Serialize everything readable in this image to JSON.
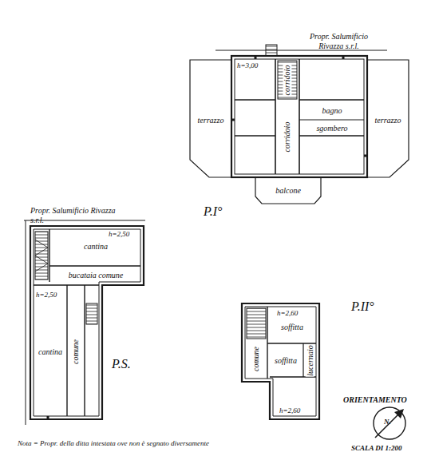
{
  "diagram": {
    "nodes": [
      {
        "text": [
          "terrazzo"
        ]
      },
      {
        "text": [
          "corridoio"
        ]
      },
      {
        "text": [
          "bagno"
        ]
      },
      {
        "text": [
          "sgombero"
        ]
      },
      {
        "text": [
          "corridoio"
        ]
      },
      {
        "text": [
          "terrazzo"
        ]
      },
      {
        "text": [
          "balcone"
        ]
      },
      {
        "text": [
          "cantina"
        ]
      },
      {
        "text": [
          "bucataia comune"
        ]
      },
      {
        "text": [
          "cantina"
        ]
      },
      {
        "text": [
          "comune"
        ]
      },
      {
        "text": [
          "soffitta"
        ]
      },
      {
        "text": [
          "comune"
        ]
      },
      {
        "text": [
          "soffitta"
        ]
      },
      {
        "text": [
          "lucernaio"
        ]
      }
    ],
    "labels": [
      "Propr. Salumificio Rivazza s.r.l.",
      "h=3,00",
      "P.I°",
      "Propr. Salumificio Rivazza s.r.l.",
      "h=2,50",
      "h=2,50",
      "P.S.",
      "h=2,60",
      "h=2,60",
      "P.II°",
      "ORIENTAMENTO",
      "N.",
      "SCALA DI 1:200",
      "Nota = Propr. della ditta intestata ove non è segnato diversamente"
    ]
  }
}
